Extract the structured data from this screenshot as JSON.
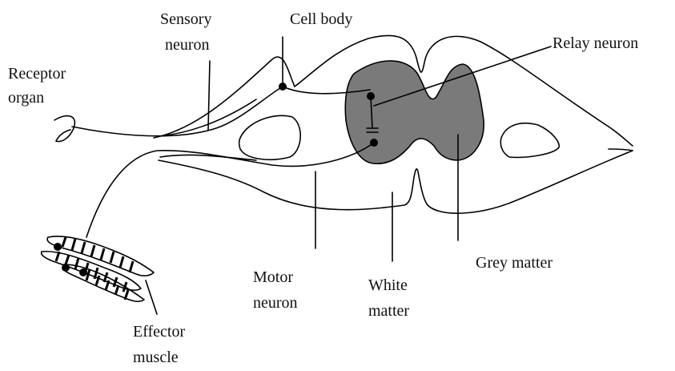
{
  "labels": {
    "sensory_1": "Sensory",
    "sensory_2": "neuron",
    "cell_body": "Cell body",
    "relay": "Relay neuron",
    "receptor_1": "Receptor",
    "receptor_2": "organ",
    "motor_1": "Motor",
    "motor_2": "neuron",
    "white_1": "White",
    "white_2": "matter",
    "grey": "Grey matter",
    "effector_1": "Effector",
    "effector_2": "muscle"
  },
  "colors": {
    "grey_matter": "#7a7a7a",
    "line": "#000000",
    "background": "#ffffff"
  }
}
